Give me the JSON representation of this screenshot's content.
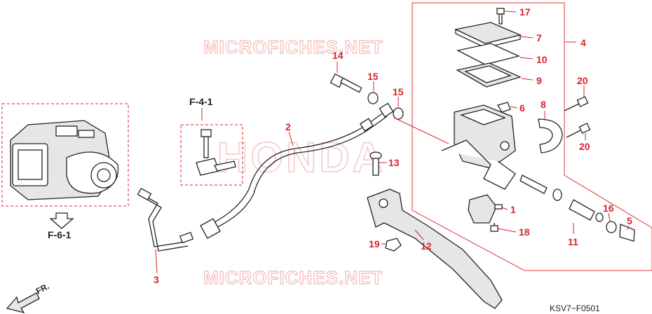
{
  "watermarks": {
    "top": "MICROFICHES.NET",
    "bottom": "MICROFICHES.NET",
    "brand": "HONDA"
  },
  "refs": {
    "f41": "F-4-1",
    "f61": "F-6-1",
    "front": "FR."
  },
  "code": "KSV7−F0501",
  "labels": {
    "p1": "1",
    "p2": "2",
    "p3": "3",
    "p4": "4",
    "p5": "5",
    "p6": "6",
    "p7": "7",
    "p8": "8",
    "p9": "9",
    "p10": "10",
    "p11": "11",
    "p12": "12",
    "p13": "13",
    "p14": "14",
    "p15a": "15",
    "p15b": "15",
    "p16": "16",
    "p17": "17",
    "p18": "18",
    "p19": "19",
    "p20a": "20",
    "p20b": "20"
  },
  "colors": {
    "accent": "#d8232a",
    "line": "#222222",
    "watermark": "#f2b9b9"
  },
  "icons": [
    "front-arrow-icon",
    "down-arrow-icon"
  ]
}
